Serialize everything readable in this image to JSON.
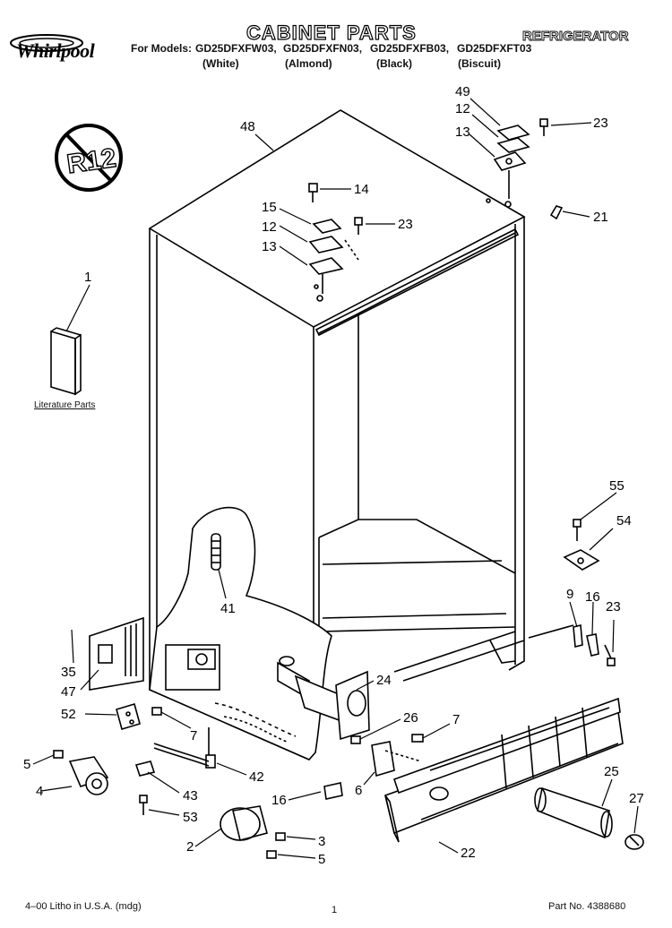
{
  "header": {
    "brand": "Whirlpool",
    "title": "CABINET PARTS",
    "category": "REFRIGERATOR",
    "models_label": "For Models:",
    "models": [
      "GD25DFXFW03,",
      "GD25DFXFN03,",
      "GD25DFXFB03,",
      "GD25DFXFT03"
    ],
    "colors": [
      "(White)",
      "(Almond)",
      "(Black)",
      "(Biscuit)"
    ]
  },
  "badge": {
    "text": "R12"
  },
  "literature_label": "Literature Parts",
  "callouts": {
    "c1": "1",
    "c48": "48",
    "c49": "49",
    "c12a": "12",
    "c13a": "13",
    "c23a": "23",
    "c14": "14",
    "c15": "15",
    "c12b": "12",
    "c23b": "23",
    "c13b": "13",
    "c21": "21",
    "c55": "55",
    "c54": "54",
    "c9": "9",
    "c16a": "16",
    "c23c": "23",
    "c41": "41",
    "c35": "35",
    "c47": "47",
    "c24": "24",
    "c52": "52",
    "c7a": "7",
    "c26": "26",
    "c7b": "7",
    "c5a": "5",
    "c4": "4",
    "c42": "42",
    "c43": "43",
    "c6": "6",
    "c16b": "16",
    "c53": "53",
    "c25": "25",
    "c27": "27",
    "c3": "3",
    "c2": "2",
    "c5b": "5",
    "c22": "22"
  },
  "footer": {
    "printing": "4–00 Litho in U.S.A. (mdg)",
    "page": "1",
    "part_no": "Part No. 4388680"
  }
}
